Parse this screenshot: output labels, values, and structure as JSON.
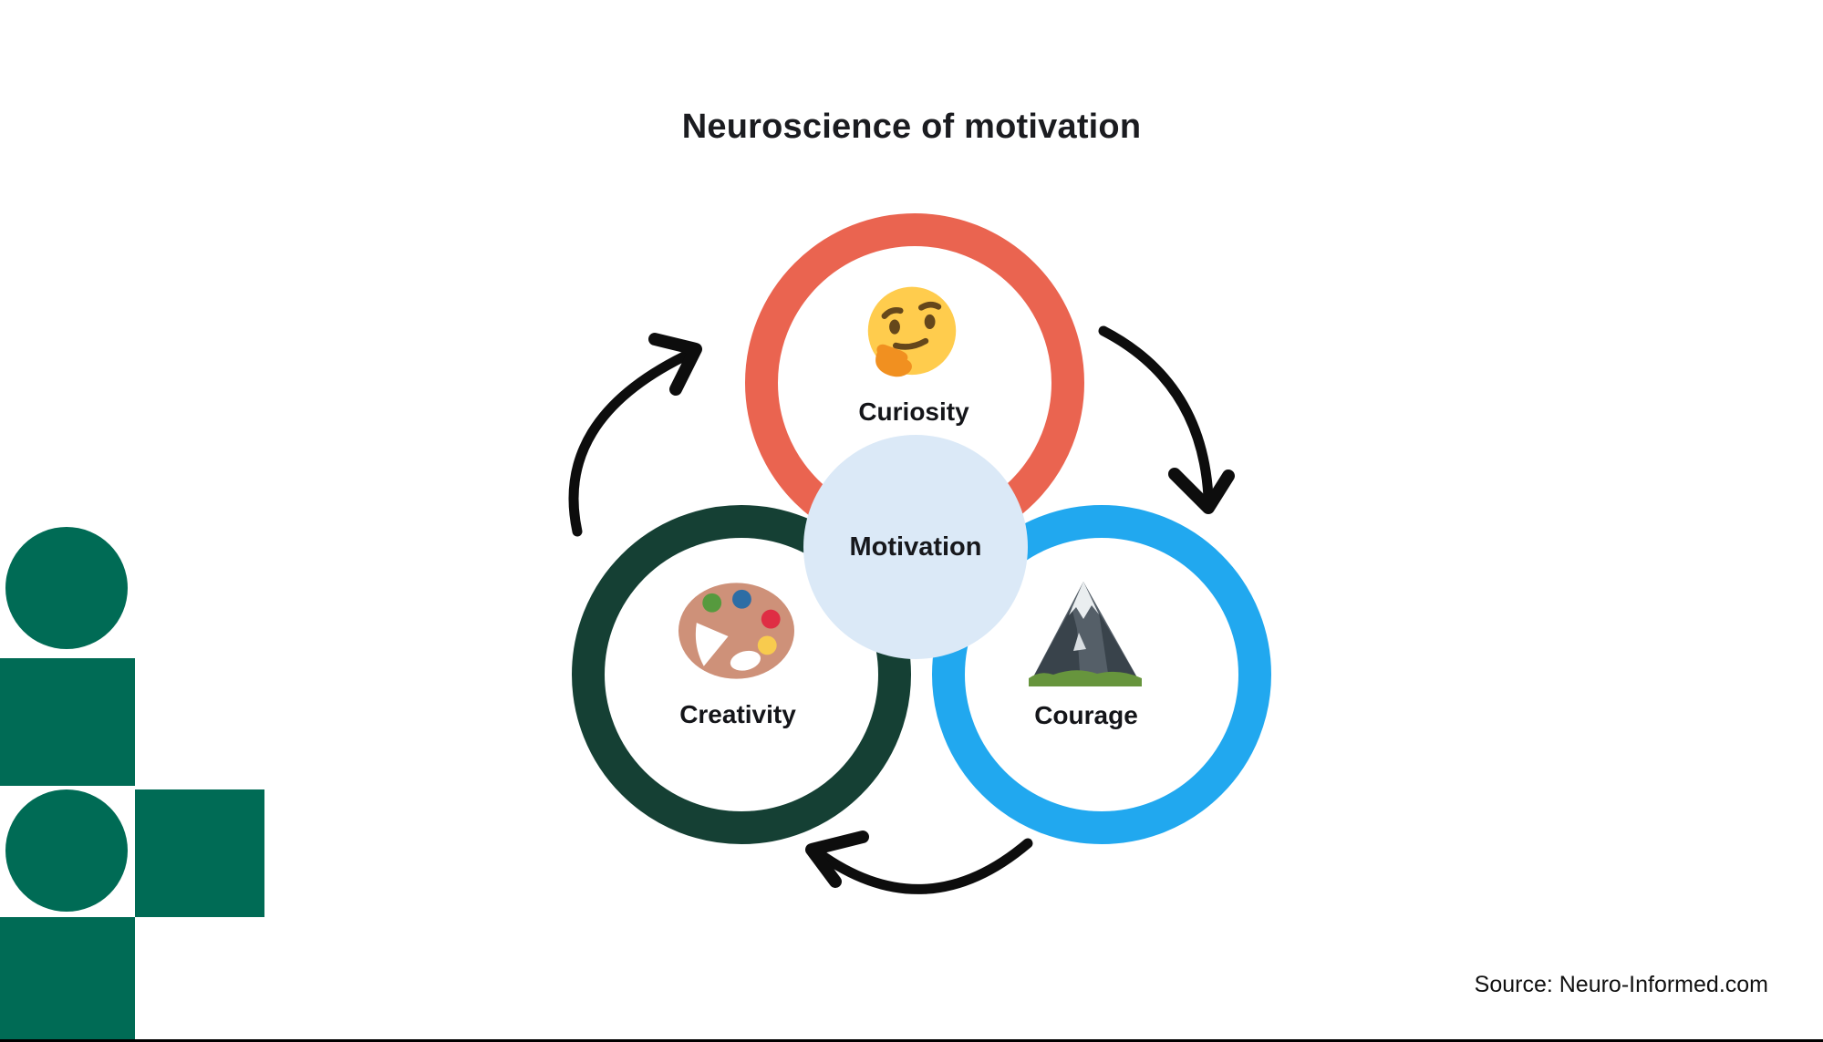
{
  "page": {
    "title": "Neuroscience of motivation",
    "source": "Source: Neuro-Informed.com",
    "background": "#FFFFFF",
    "bottom_edge_color": "#000000"
  },
  "diagram": {
    "type": "cycle",
    "cycle_direction": "clockwise",
    "center": {
      "label": "Motivation",
      "fill": "#DBE9F7"
    },
    "nodes": [
      {
        "label": "Curiosity",
        "ring_color": "#EA6450",
        "icon": "thinking-face-emoji"
      },
      {
        "label": "Creativity",
        "ring_color": "#154034",
        "icon": "paint-palette-emoji"
      },
      {
        "label": "Courage",
        "ring_color": "#21A8EF",
        "icon": "snow-capped-mountain-emoji"
      }
    ],
    "arrow_color": "#0D0D0D"
  },
  "decoration": {
    "color": "#006B55"
  }
}
